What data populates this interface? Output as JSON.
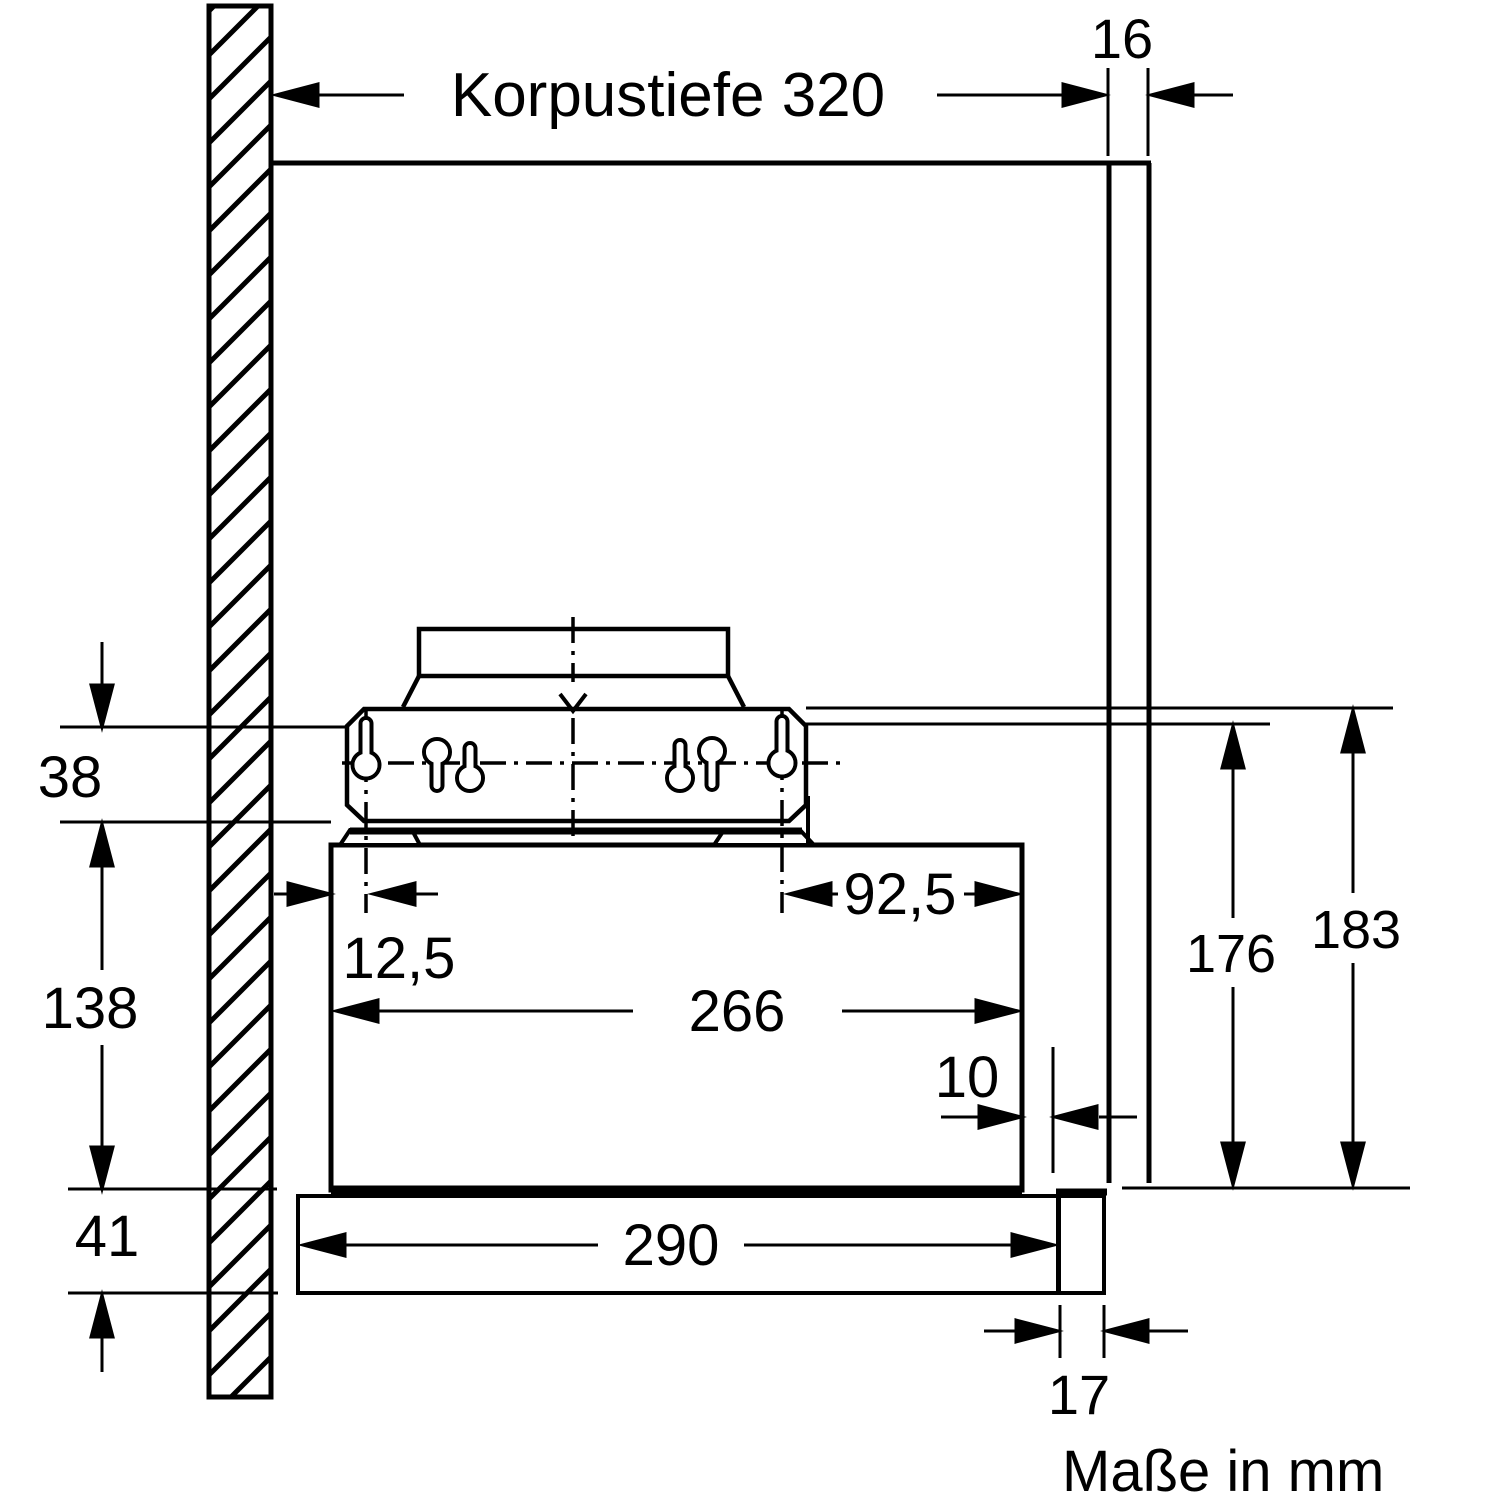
{
  "drawing": {
    "type": "appliance-installation-dimension-drawing",
    "units_note": "Maße in mm",
    "line_color": "#000000",
    "background_color": "#ffffff",
    "labels": {
      "korpustiefe": "Korpustiefe 320",
      "panel_thickness": "16",
      "top_clearance": "38",
      "body_height": "138",
      "visor_height": "41",
      "screw_left_offset": "12,5",
      "body_depth": "266",
      "screw_right_offset": "92,5",
      "rear_gap": "10",
      "inner_height": "176",
      "total_height": "183",
      "visor_depth": "290",
      "door_thickness": "17"
    },
    "dimensions_mm": {
      "korpustiefe": 320,
      "panel_thickness": 16,
      "top_clearance": 38,
      "body_height": 138,
      "visor_height": 41,
      "screw_left_offset": 12.5,
      "body_depth": 266,
      "screw_right_offset": 92.5,
      "rear_gap": 10,
      "inner_height": 176,
      "total_height": 183,
      "visor_depth": 290,
      "door_thickness": 17
    }
  }
}
